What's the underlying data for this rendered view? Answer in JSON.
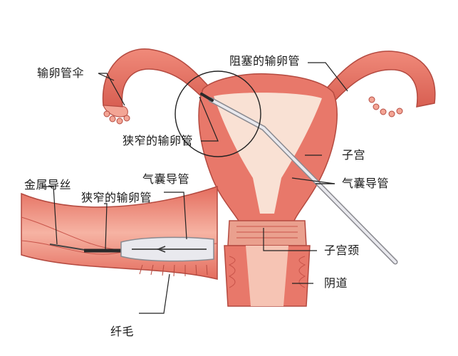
{
  "labels": {
    "fallopian_fimbria": "输卵管伞",
    "blocked_tube": "阻塞的输卵管",
    "narrowed_tube": "狭窄的输卵管",
    "uterus": "子宫",
    "balloon_catheter": "气囊导管",
    "guide_wire": "金属导丝",
    "inset_narrowed_tube": "狭窄的输卵管",
    "inset_balloon_catheter": "气囊导管",
    "cervix": "子宫颈",
    "vagina": "阴道",
    "cilia": "纤毛"
  },
  "colors": {
    "tissue": "#e8786a",
    "tissue_dark": "#c9544a",
    "tissue_light": "#f6c4b4",
    "cavity": "#f9e1d4",
    "catheter": "#e9e9ee",
    "leader_line": "#222222"
  }
}
